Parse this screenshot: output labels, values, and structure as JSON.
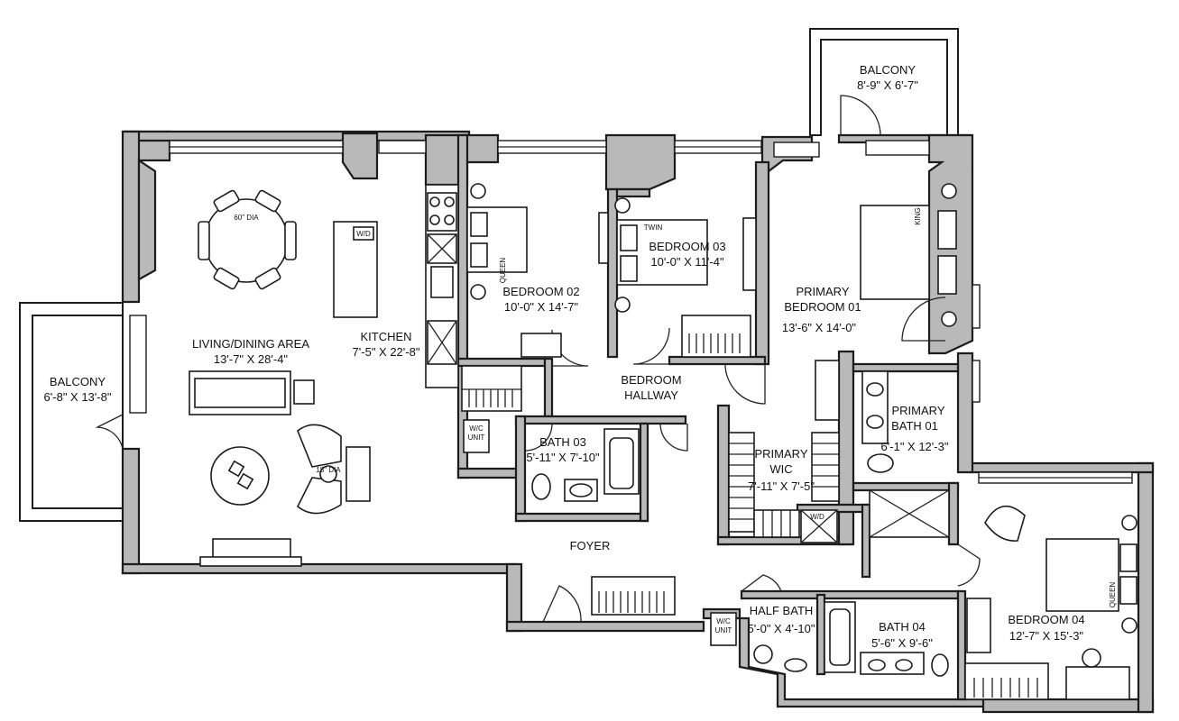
{
  "rooms": {
    "balcony_top": {
      "name": "BALCONY",
      "dims": "8'-9\" X 6'-7\""
    },
    "balcony_left": {
      "name": "BALCONY",
      "dims": "6'-8\" X 13'-8\""
    },
    "living": {
      "name": "LIVING/DINING AREA",
      "dims": "13'-7\" X 28'-4\""
    },
    "kitchen": {
      "name": "KITCHEN",
      "dims": "7'-5\" X 22'-8\""
    },
    "bedroom02": {
      "name": "BEDROOM 02",
      "dims": "10'-0\" X 14'-7\""
    },
    "bedroom03": {
      "name": "BEDROOM 03",
      "dims": "10'-0\" X 11'-4\""
    },
    "primary_bed": {
      "name1": "PRIMARY",
      "name2": "BEDROOM 01",
      "dims": "13'-6\" X 14'-0\""
    },
    "hallway": {
      "name1": "BEDROOM",
      "name2": "HALLWAY"
    },
    "bath03": {
      "name": "BATH 03",
      "dims": "5'-11\" X 7'-10\""
    },
    "primary_wic": {
      "name1": "PRIMARY",
      "name2": "WIC",
      "dims": "7'-11\" X 7'-5\""
    },
    "primary_bath": {
      "name1": "PRIMARY",
      "name2": "BATH 01",
      "dims": "6'-1\" X 12'-3\""
    },
    "foyer": {
      "name": "FOYER"
    },
    "half_bath": {
      "name": "HALF BATH",
      "dims": "5'-0\" X 4'-10\""
    },
    "bath04": {
      "name": "BATH 04",
      "dims": "5'-6\" X 9'-6\""
    },
    "bedroom04": {
      "name": "BEDROOM 04",
      "dims": "12'-7\" X 15'-3\""
    }
  },
  "fixtures": {
    "wd_kitchen": "W/D",
    "wd_wic": "W/D",
    "wc_unit_a": "W/C",
    "wc_unit_a2": "UNIT",
    "wc_unit_b": "W/C",
    "wc_unit_b2": "UNIT",
    "table_dia": "60\" DIA",
    "bed_queen_a": "QUEEN",
    "bed_twin": "TWIN",
    "bed_king": "KING",
    "bed_queen_b": "QUEEN",
    "side_table": "18\" DIA"
  }
}
